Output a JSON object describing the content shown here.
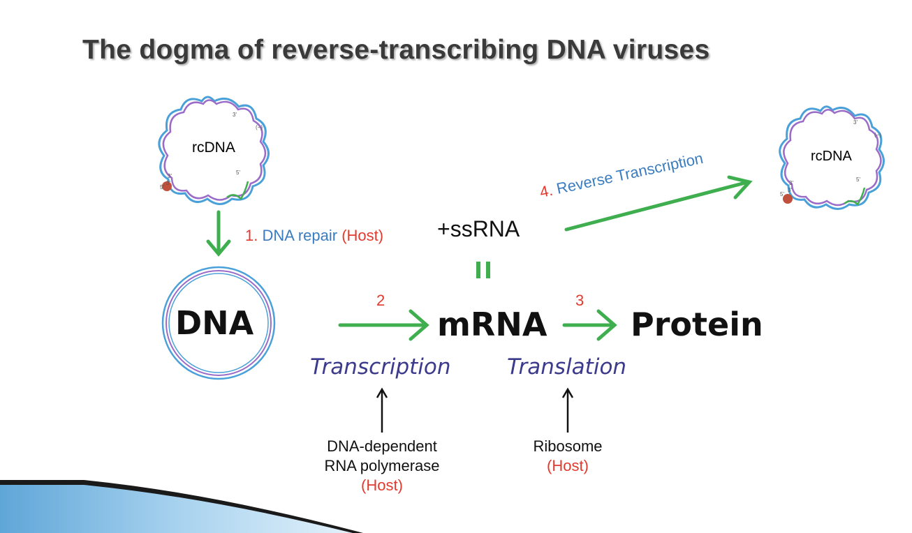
{
  "title": "The dogma of reverse-transcribing DNA viruses",
  "left_plasmid": {
    "label": "rcDNA",
    "end3_top": "3'",
    "minus": "(−)",
    "end5_inner": "5'",
    "end3_left": "3'",
    "end3_left2": "3'",
    "end5_left": "5'"
  },
  "right_plasmid": {
    "label": "rcDNA",
    "end3_top": "3'",
    "minus": "(−)",
    "end5_inner": "5'",
    "end3_left": "3'",
    "end3_left2": "3'",
    "end5_left": "5'"
  },
  "step1": {
    "number": "1.",
    "text": "DNA repair",
    "host": "(Host)"
  },
  "ssrna": "+ssRNA",
  "equals": "II",
  "dna": "DNA",
  "step2": "2",
  "mrna": "mRNA",
  "step3": "3",
  "protein": "Protein",
  "step4": {
    "number": "4.",
    "text": "Reverse Transcription"
  },
  "transcription": "Transcription",
  "translation": "Translation",
  "polymerase": {
    "line1": "DNA-dependent",
    "line2": "RNA polymerase",
    "host": "(Host)"
  },
  "ribosome": {
    "line1": "Ribosome",
    "host": "(Host)"
  },
  "colors": {
    "arrow_green": "#3fae4f",
    "red": "#e23a2e",
    "blue": "#3a7cc0",
    "purple": "#3c3a8c"
  }
}
